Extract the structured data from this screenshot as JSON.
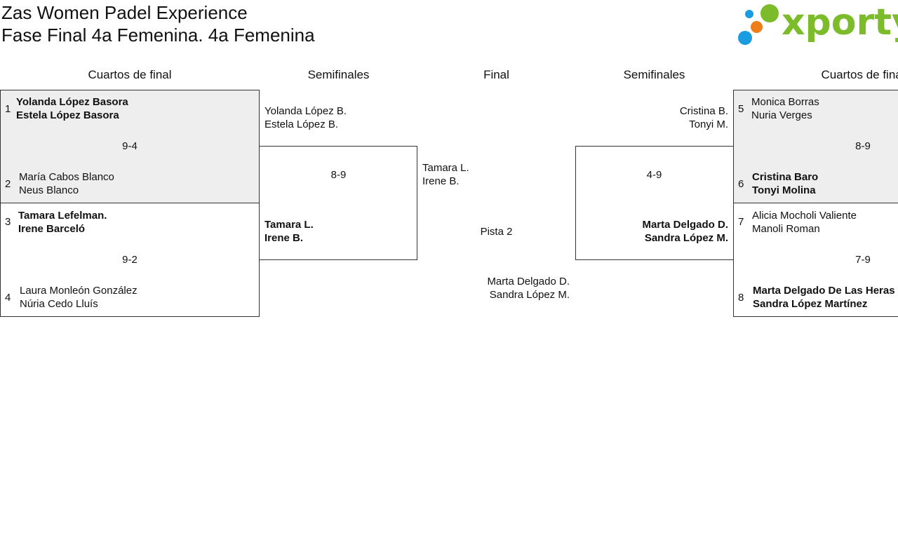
{
  "header": {
    "title": "Zas Women Padel Experience",
    "subtitle": "Fase Final 4a Femenina. 4a Femenina",
    "logo_text": "xporty",
    "logo_colors": {
      "blue": "#1a9de0",
      "orange": "#ef7d1a",
      "green": "#7cbc2a"
    }
  },
  "rounds": {
    "qf_left": "Cuartos de final",
    "sf_left": "Semifinales",
    "final": "Final",
    "sf_right": "Semifinales",
    "qf_right": "Cuartos de final"
  },
  "quarterfinals": [
    {
      "score": "9-4",
      "top": {
        "seed": "1",
        "p1": "Yolanda López Basora",
        "p2": "Estela López Basora"
      },
      "bottom": {
        "seed": "2",
        "p1": "María Cabos Blanco",
        "p2": "Neus Blanco"
      }
    },
    {
      "score": "9-2",
      "top": {
        "seed": "3",
        "p1": "Tamara Lefelman.",
        "p2": "Irene Barceló"
      },
      "bottom": {
        "seed": "4",
        "p1": "Laura Monleón González",
        "p2": "Núria Cedo Lluís"
      }
    },
    {
      "score": "8-9",
      "top": {
        "seed": "5",
        "p1": "Monica Borras",
        "p2": "Nuria Verges"
      },
      "bottom": {
        "seed": "6",
        "p1": "Cristina Baro",
        "p2": "Tonyi Molina"
      }
    },
    {
      "score": "7-9",
      "top": {
        "seed": "7",
        "p1": "Alicia Mocholi Valiente",
        "p2": "Manoli Roman"
      },
      "bottom": {
        "seed": "8",
        "p1": "Marta Delgado De Las Heras",
        "p2": "Sandra López Martínez"
      }
    }
  ],
  "semifinals": [
    {
      "score": "8-9",
      "top": {
        "p1": "Yolanda López B.",
        "p2": "Estela López B."
      },
      "bottom": {
        "p1": "Tamara L.",
        "p2": "Irene B."
      }
    },
    {
      "score": "4-9",
      "top": {
        "p1": "Cristina B.",
        "p2": "Tonyi M."
      },
      "bottom": {
        "p1": "Marta Delgado D.",
        "p2": "Sandra López M."
      }
    }
  ],
  "final": {
    "top": {
      "p1": "Tamara L.",
      "p2": "Irene B."
    },
    "court": "Pista 2",
    "bottom": {
      "p1": "Marta Delgado D.",
      "p2": "Sandra López M."
    }
  }
}
